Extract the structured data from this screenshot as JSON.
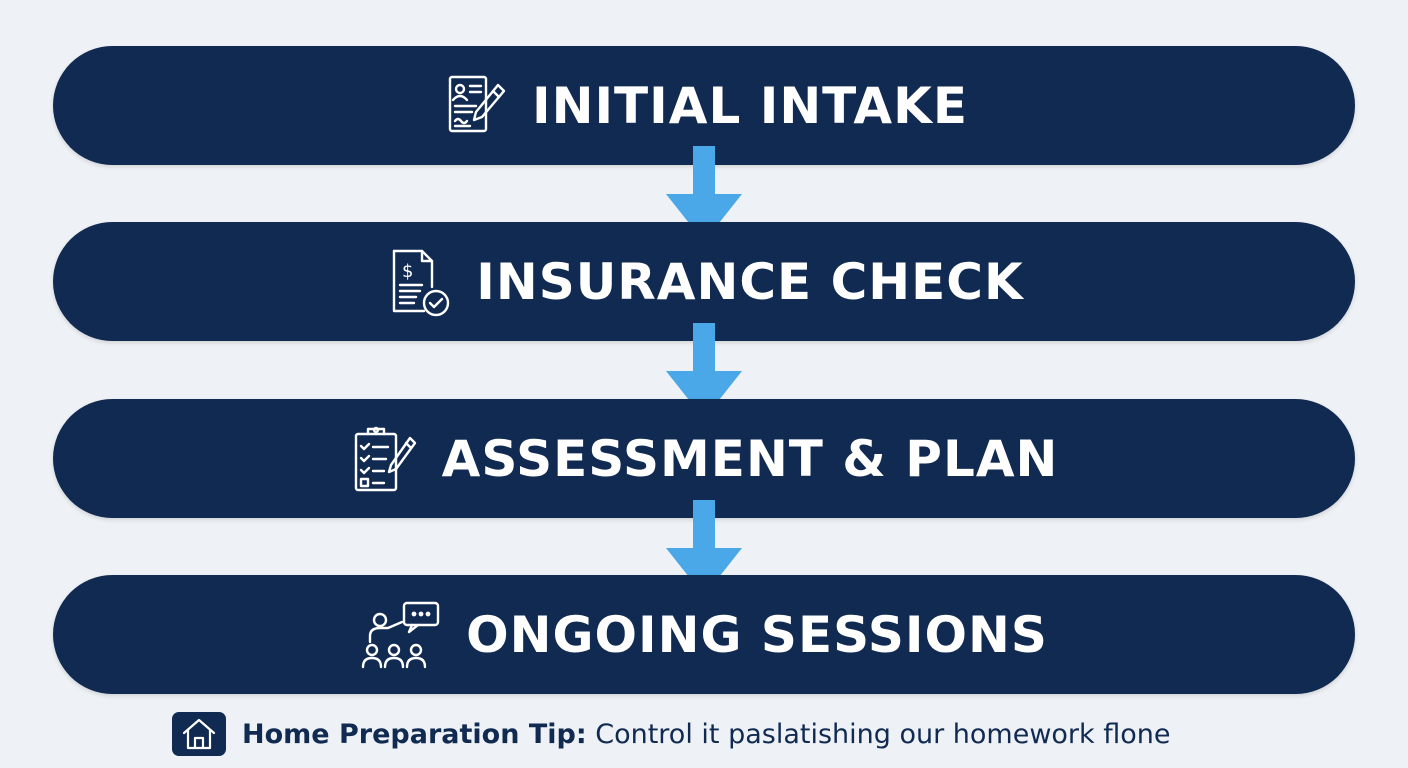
{
  "steps": [
    {
      "label": "INITIAL INTAKE",
      "icon": "intake-form-pen-icon"
    },
    {
      "label": "INSURANCE CHECK",
      "icon": "insurance-document-check-icon"
    },
    {
      "label": "ASSESSMENT & PLAN",
      "icon": "clipboard-checklist-pen-icon"
    },
    {
      "label": "ONGOING SESSIONS",
      "icon": "group-session-chat-icon"
    }
  ],
  "tip": {
    "icon": "home-icon",
    "label": "Home Preparation Tip:",
    "text": "Control it paslatishing our homework flone"
  },
  "colors": {
    "background": "#eef1f5",
    "step_fill": "#112a52",
    "step_text": "#ffffff",
    "arrow": "#4aa8e8",
    "tip_text": "#112a52"
  }
}
